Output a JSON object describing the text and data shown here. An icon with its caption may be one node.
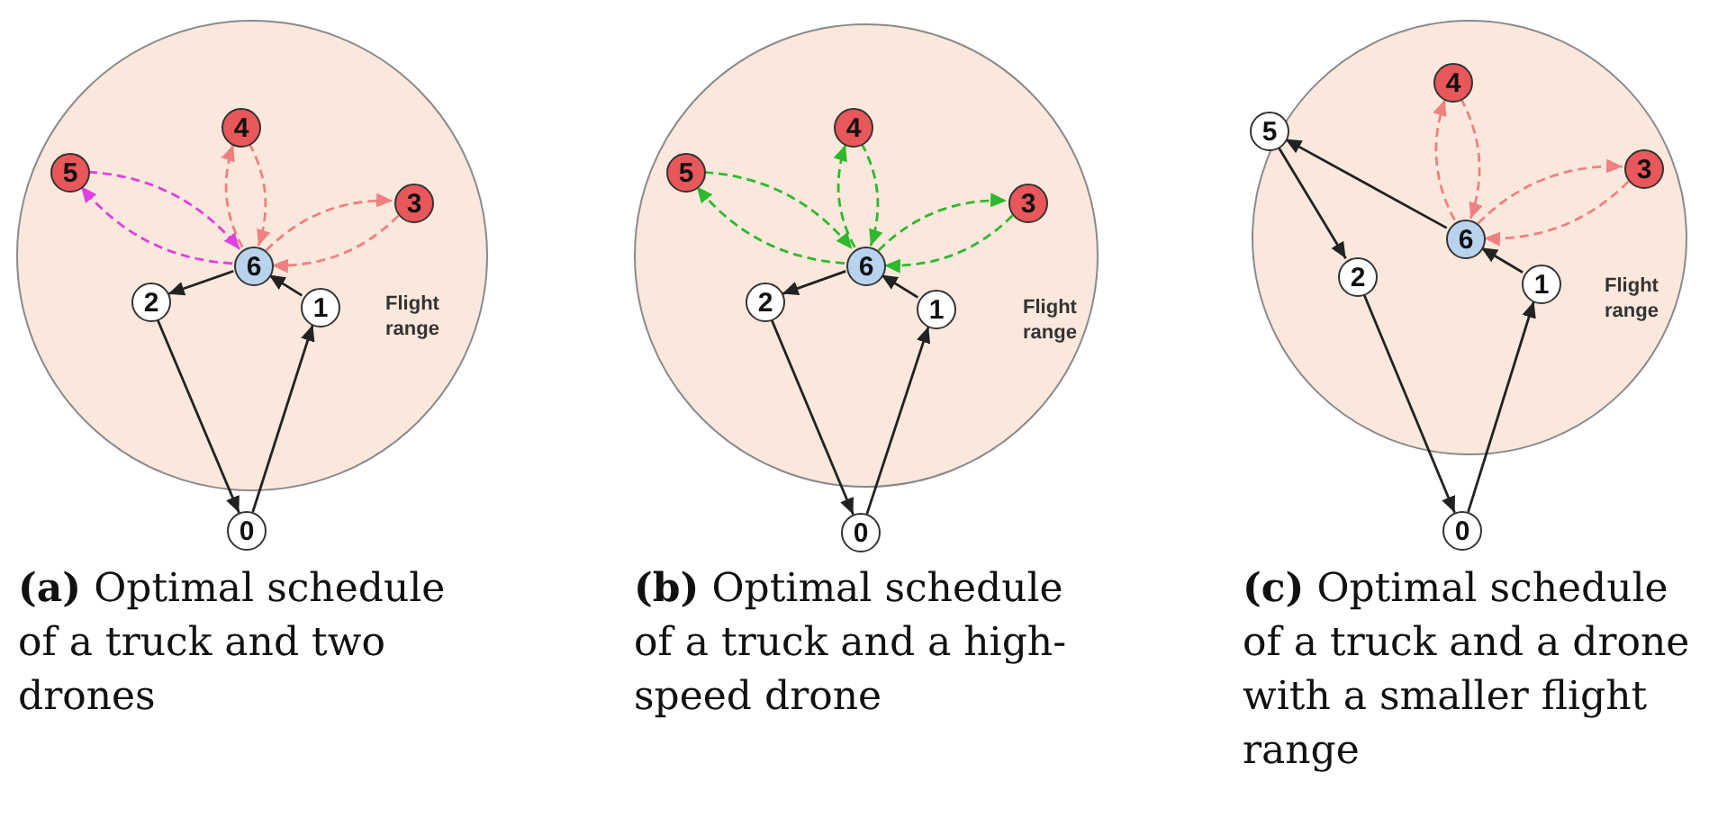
{
  "diagram": {
    "nodes": [
      {
        "text": [
          "Flight range"
        ]
      },
      {
        "text": [
          "0"
        ]
      },
      {
        "text": [
          "1"
        ],
        "in": 0
      },
      {
        "text": [
          "2"
        ],
        "in": 0
      },
      {
        "text": [
          "3"
        ],
        "in": 0
      },
      {
        "text": [
          "4"
        ],
        "in": 0
      },
      {
        "text": [
          "5"
        ],
        "in": 0
      },
      {
        "text": [
          "6"
        ],
        "in": 0
      },
      {
        "text": [
          "Flight range"
        ]
      },
      {
        "text": [
          "0"
        ]
      },
      {
        "text": [
          "1"
        ],
        "in": 8
      },
      {
        "text": [
          "2"
        ],
        "in": 8
      },
      {
        "text": [
          "3"
        ],
        "in": 8
      },
      {
        "text": [
          "4"
        ],
        "in": 8
      },
      {
        "text": [
          "5"
        ],
        "in": 8
      },
      {
        "text": [
          "6"
        ],
        "in": 8
      },
      {
        "text": [
          "Flight range"
        ]
      },
      {
        "text": [
          "0"
        ]
      },
      {
        "text": [
          "1"
        ],
        "in": 16
      },
      {
        "text": [
          "2"
        ],
        "in": 16
      },
      {
        "text": [
          "3"
        ],
        "in": 16
      },
      {
        "text": [
          "4"
        ],
        "in": 16
      },
      {
        "text": [
          "5"
        ],
        "in": 16
      },
      {
        "text": [
          "6"
        ],
        "in": 16
      }
    ],
    "edges": [
      {
        "from": 1,
        "to": 2,
        "arrow": "to"
      },
      {
        "from": 2,
        "to": 7,
        "arrow": "to"
      },
      {
        "from": 7,
        "to": 3,
        "arrow": "to"
      },
      {
        "from": 3,
        "to": 1,
        "arrow": "to"
      },
      {
        "from": 7,
        "to": 6,
        "arrow": "to",
        "style": "dashed",
        "color": "#e040e0"
      },
      {
        "from": 6,
        "to": 7,
        "arrow": "to",
        "style": "dashed",
        "color": "#e040e0"
      },
      {
        "from": 7,
        "to": 5,
        "arrow": "to",
        "style": "dashed",
        "color": "#f08080"
      },
      {
        "from": 5,
        "to": 7,
        "arrow": "to",
        "style": "dashed",
        "color": "#f08080"
      },
      {
        "from": 7,
        "to": 4,
        "arrow": "to",
        "style": "dashed",
        "color": "#f08080"
      },
      {
        "from": 4,
        "to": 7,
        "arrow": "to",
        "style": "dashed",
        "color": "#f08080"
      },
      {
        "from": 9,
        "to": 10,
        "arrow": "to"
      },
      {
        "from": 10,
        "to": 15,
        "arrow": "to"
      },
      {
        "from": 15,
        "to": 11,
        "arrow": "to"
      },
      {
        "from": 11,
        "to": 9,
        "arrow": "to"
      },
      {
        "from": 15,
        "to": 14,
        "arrow": "to",
        "style": "dashed",
        "color": "#2eb82e"
      },
      {
        "from": 14,
        "to": 15,
        "arrow": "to",
        "style": "dashed",
        "color": "#2eb82e"
      },
      {
        "from": 15,
        "to": 13,
        "arrow": "to",
        "style": "dashed",
        "color": "#2eb82e"
      },
      {
        "from": 13,
        "to": 15,
        "arrow": "to",
        "style": "dashed",
        "color": "#2eb82e"
      },
      {
        "from": 15,
        "to": 12,
        "arrow": "to",
        "style": "dashed",
        "color": "#2eb82e"
      },
      {
        "from": 12,
        "to": 15,
        "arrow": "to",
        "style": "dashed",
        "color": "#2eb82e"
      },
      {
        "from": 17,
        "to": 18,
        "arrow": "to"
      },
      {
        "from": 18,
        "to": 23,
        "arrow": "to"
      },
      {
        "from": 23,
        "to": 22,
        "arrow": "to"
      },
      {
        "from": 22,
        "to": 19,
        "arrow": "to"
      },
      {
        "from": 19,
        "to": 17,
        "arrow": "to"
      },
      {
        "from": 23,
        "to": 21,
        "arrow": "to",
        "style": "dashed",
        "color": "#f08080"
      },
      {
        "from": 21,
        "to": 23,
        "arrow": "to",
        "style": "dashed",
        "color": "#f08080"
      },
      {
        "from": 23,
        "to": 20,
        "arrow": "to",
        "style": "dashed",
        "color": "#f08080"
      },
      {
        "from": 20,
        "to": 23,
        "arrow": "to",
        "style": "dashed",
        "color": "#f08080"
      }
    ],
    "labels": [
      "**(a)** Optimal schedule of a truck and two drones",
      "**(b)** Optimal schedule of a truck and a high-speed drone",
      "**(c)** Optimal schedule of a truck and a drone with a smaller flight range"
    ]
  }
}
